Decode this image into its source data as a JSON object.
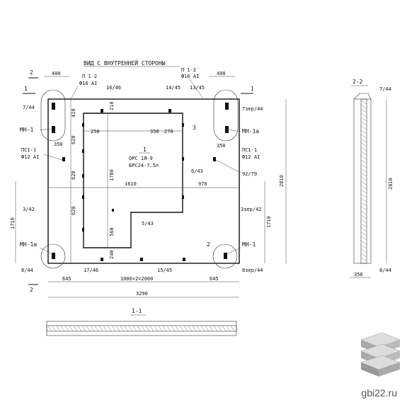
{
  "title": "ВИД С ВНУТРЕННЕЙ СТОРОНЫ",
  "sections": {
    "s22": "2-2",
    "s11": "1-1"
  },
  "cut_marks": {
    "one": "1",
    "two": "2"
  },
  "dims": {
    "d400_left": "400",
    "d400_right": "400",
    "d410": "410",
    "d210": "210",
    "d620_a": "620",
    "d620_b": "620",
    "d620_c": "620",
    "d1780": "1780",
    "d560": "560",
    "d240": "240",
    "d250": "250",
    "d350_a": "350",
    "d270": "270",
    "d350_left": "350",
    "d350_right": "350",
    "d1610": "1610",
    "d970": "970",
    "d1710_left": "1710",
    "d1710_right": "1710",
    "d2810_main": "2810",
    "d2810_side": "2810",
    "d350_side": "350",
    "d645_left": "645",
    "d1000x2": "1000×2=2000",
    "d645_right": "645",
    "d3290": "3290"
  },
  "labels": {
    "p12_left": "П 1-2",
    "p12_left_bar": "Ф16 АI",
    "p12_right": "П 1-2",
    "p12_right_bar": "Ф16 АI",
    "mn1_left": "МН-1",
    "mn1a_right": "МН-1а",
    "mn1a_left": "МН-1а",
    "mn1_right": "МН-1",
    "ps11_left": "ПС1-1",
    "ps11_left_bar": "Ф12 АI",
    "ps11_right": "ПС1-1",
    "ps11_right_bar": "Ф12 АI",
    "ors": "ОРС 1Я-9",
    "brs": "БРС24-7.5л",
    "center_one": "1",
    "mark3": "3",
    "mark2": "2",
    "m7_44_left": "7/44",
    "m7zer_44": "7зер/44",
    "m16_46": "16/46",
    "m14_45": "14/45",
    "m13_45": "13/45",
    "m6_43": "6/43",
    "m92_79": "92/79",
    "m3_42": "3/42",
    "m3zer_42": "3зер/42",
    "m5_43": "5/43",
    "m8_44": "8/44",
    "m17_46": "17/46",
    "m15_45": "15/45",
    "m8zer_44": "8зер/44",
    "m7_44_side": "7/44",
    "m8_44_side": "8/44"
  },
  "watermark": "gbi22.ru"
}
